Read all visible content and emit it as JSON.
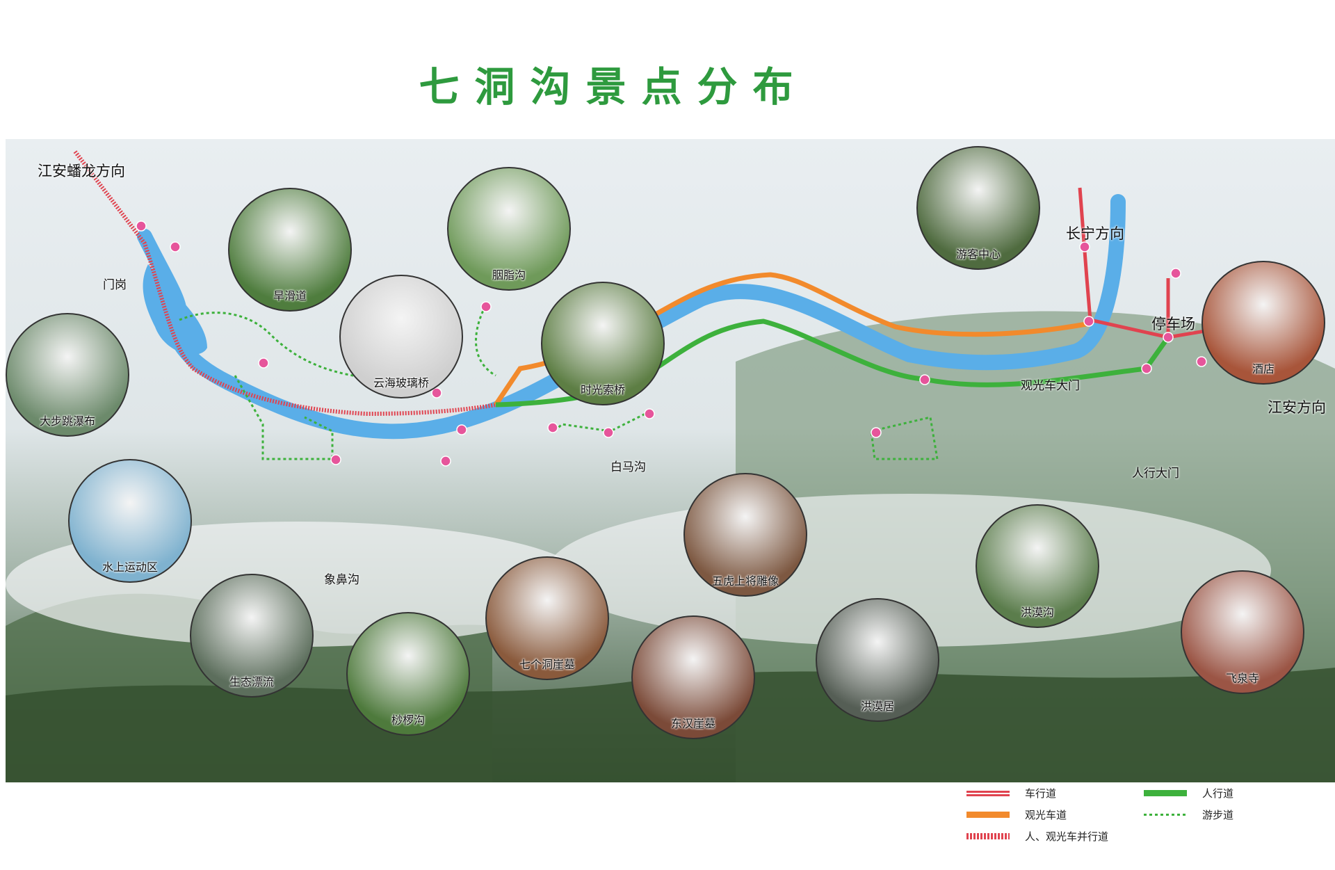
{
  "title": "七洞沟景点分布",
  "directions": {
    "jiangan_panlong": "江安蟠龙方向",
    "changning": "长宁方向",
    "jiangan": "江安方向"
  },
  "places": {
    "gate_post": "门岗",
    "tourist_car_gate": "观光车大门",
    "parking": "停车场",
    "pedestrian_gate": "人行大门",
    "baima_gou": "白马沟",
    "xiangbi_gou": "象鼻沟"
  },
  "spots": [
    {
      "name": "大步跳瀑布",
      "color": "#6c8a6b"
    },
    {
      "name": "水上运动区",
      "color": "#7fb2cf"
    },
    {
      "name": "旱滑道",
      "color": "#4f7d3e"
    },
    {
      "name": "胭脂沟",
      "color": "#6f9a5a"
    },
    {
      "name": "云海玻璃桥",
      "color": "#cfcfcf"
    },
    {
      "name": "时光索桥",
      "color": "#5d7e44"
    },
    {
      "name": "游客中心",
      "color": "#4f6b3f"
    },
    {
      "name": "酒店",
      "color": "#a8553a"
    },
    {
      "name": "生态漂流",
      "color": "#5c6e5c"
    },
    {
      "name": "桫椤沟",
      "color": "#4e7a3c"
    },
    {
      "name": "七个洞崖墓",
      "color": "#8a5a3c"
    },
    {
      "name": "东汉崖墓",
      "color": "#7b4a38"
    },
    {
      "name": "五虎上将雕像",
      "color": "#7d5841"
    },
    {
      "name": "洪漠居",
      "color": "#555e55"
    },
    {
      "name": "洪漠沟",
      "color": "#5b7d4c"
    },
    {
      "name": "飞泉寺",
      "color": "#9b5545"
    }
  ],
  "legend": {
    "road": "车行道",
    "tour_car": "观光车道",
    "shared": "人、观光车并行道",
    "walk": "人行道",
    "trail": "游步道"
  },
  "colors": {
    "title": "#2e9a3e",
    "river": "#5aaee8",
    "road": "#e0434f",
    "tour_car": "#f28a2c",
    "walk": "#3db13c",
    "trail": "#3db13c",
    "stop": "#e6559b"
  }
}
